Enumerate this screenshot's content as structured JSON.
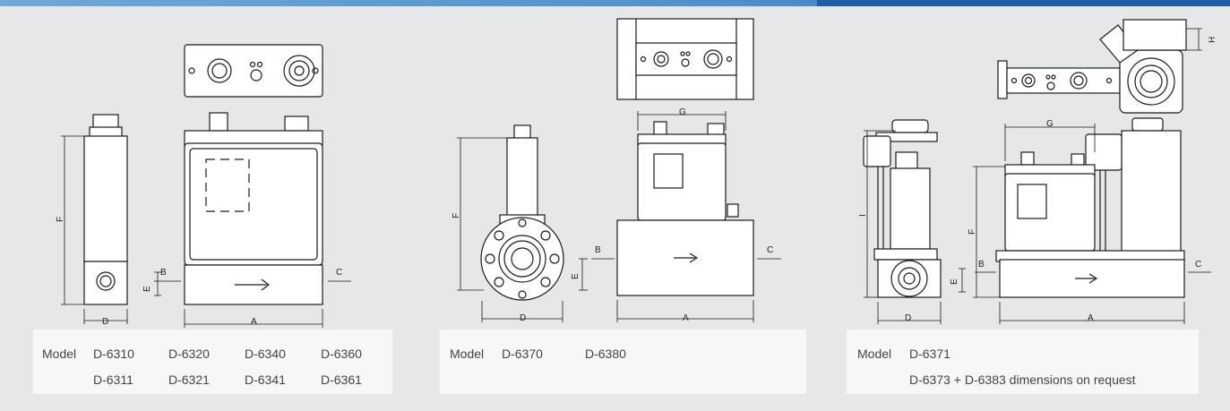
{
  "panels": [
    {
      "model_label": "Model",
      "models_row1": [
        "D-6310",
        "D-6320",
        "D-6340",
        "D-6360"
      ],
      "models_row2": [
        "D-6311",
        "D-6321",
        "D-6341",
        "D-6361"
      ]
    },
    {
      "model_label": "Model",
      "models_row1": [
        "D-6370",
        "D-6380"
      ]
    },
    {
      "model_label": "Model",
      "models_row1": [
        "D-6371"
      ],
      "note": "D-6373 + D-6383 dimensions on request"
    }
  ],
  "dimension_labels": {
    "a": "A",
    "b": "B",
    "c": "C",
    "d": "D",
    "e": "E",
    "f": "F",
    "g": "G",
    "h": "H",
    "i": "I"
  },
  "colors": {
    "background": "#e6e7e8",
    "panel": "#f7f7f7",
    "line": "#1a1a1a",
    "accent_bar": "#4d8fcb",
    "accent_bar_dark": "#1f5fa8"
  }
}
